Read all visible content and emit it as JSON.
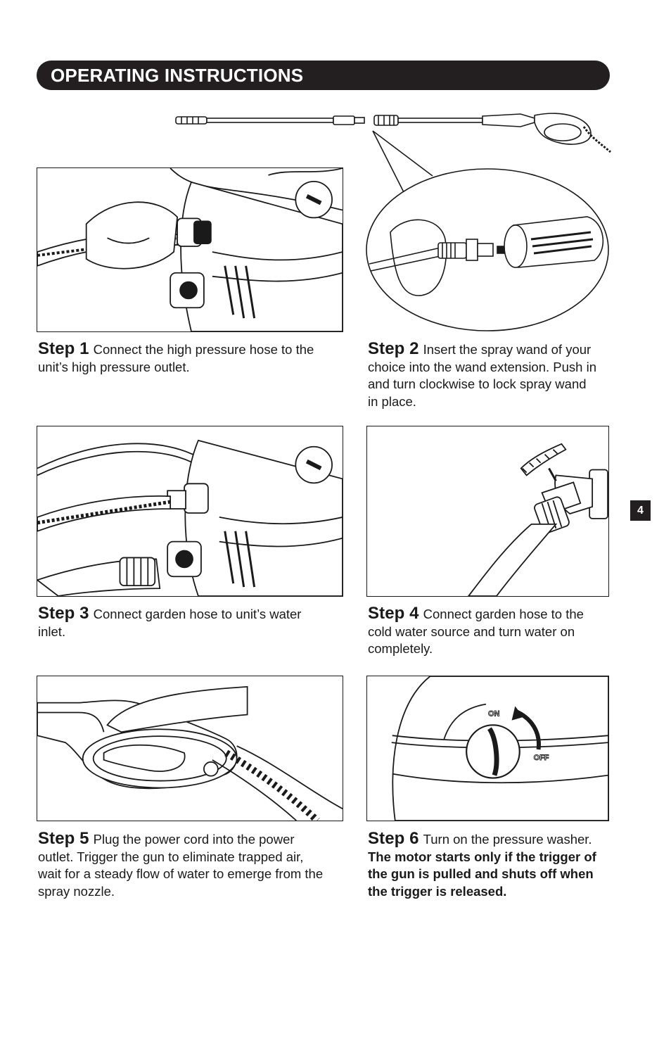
{
  "header": {
    "title": "OPERATING INSTRUCTIONS"
  },
  "page_number": "4",
  "steps": [
    {
      "label": "Step 1",
      "text": "Connect the high pressure hose to the unit’s high pressure outlet."
    },
    {
      "label": "Step 2",
      "text": "Insert the spray wand of your choice into the wand extension. Push in and turn clockwise to lock spray wand in place."
    },
    {
      "label": "Step 3",
      "text": "Connect garden hose to unit’s water inlet."
    },
    {
      "label": "Step 4",
      "text": "Connect garden hose to the cold water source and turn water on completely."
    },
    {
      "label": "Step 5",
      "text": "Plug the power cord into the power outlet. Trigger the gun to eliminate trapped air, wait for a steady flow of water to emerge from the spray nozzle."
    },
    {
      "label": "Step 6",
      "text": "Turn on the pressure washer.",
      "bold_text": "The motor starts only if the trigger of the gun is pulled and shuts off when the trigger is released."
    }
  ],
  "dial_labels": {
    "on": "ON",
    "off": "OFF"
  }
}
